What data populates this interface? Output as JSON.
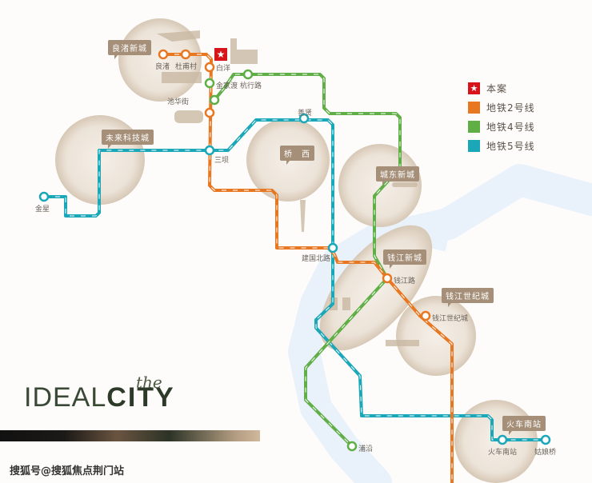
{
  "legend": {
    "items": [
      {
        "label": "本案",
        "color": "#d7141a",
        "icon": "star-icon"
      },
      {
        "label": "地铁2号线",
        "color": "#e87722"
      },
      {
        "label": "地铁4号线",
        "color": "#5fae46"
      },
      {
        "label": "地铁5号线",
        "color": "#1aa7b8"
      }
    ]
  },
  "project_marker": {
    "icon": "star-icon",
    "glyph": "★"
  },
  "districts": [
    {
      "label": "良渚新城"
    },
    {
      "label": "未来科技城"
    },
    {
      "label": "桥　西"
    },
    {
      "label": "城东新城"
    },
    {
      "label": "钱江新城"
    },
    {
      "label": "钱江世纪城"
    },
    {
      "label": "火车南站"
    }
  ],
  "stations": {
    "liangzhu": "良渚",
    "duyucun": "杜甫村",
    "baiyang": "白洋",
    "jinjiadu": "金家渡",
    "hangxinglu": "杭行路",
    "chihuajie": "池华街",
    "sanba": "三坝",
    "shanxian": "善贤",
    "jinxing": "金星",
    "jianguobeilu": "建国北路",
    "qianjianglu": "钱江路",
    "qianjiangshijicheng": "钱江世纪城",
    "puyan": "浦沿",
    "huochenanzhan": "火车南站",
    "guniangqiao": "姑娘桥"
  },
  "logo": {
    "the": "the",
    "ideal": "IDEAL",
    "city": "CITY"
  },
  "watermark": "搜狐号@搜狐焦点荆门站"
}
